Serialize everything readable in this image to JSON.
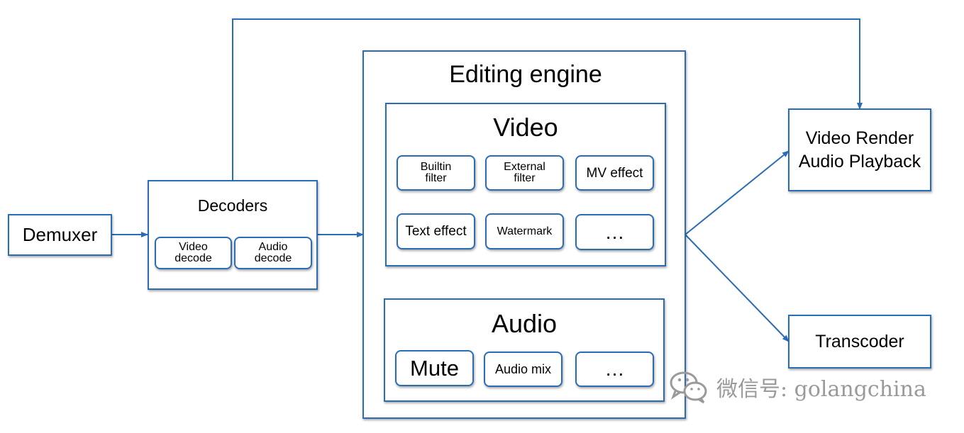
{
  "nodes": {
    "demuxer": "Demuxer",
    "decoders": {
      "title": "Decoders",
      "video_decode": "Video\ndecode",
      "audio_decode": "Audio\ndecode"
    },
    "editing_engine": {
      "title": "Editing engine",
      "video": {
        "title": "Video",
        "items": [
          "Builtin\nfilter",
          "External\nfilter",
          "MV effect",
          "Text effect",
          "Watermark",
          "…"
        ]
      },
      "audio": {
        "title": "Audio",
        "items": [
          "Mute",
          "Audio mix",
          "…"
        ]
      }
    },
    "render": "Video Render\nAudio Playback",
    "transcoder": "Transcoder"
  },
  "watermark_text": "微信号: golangchina",
  "colors": {
    "stroke": "#2a6db4",
    "watermark": "#9a9a9a"
  }
}
